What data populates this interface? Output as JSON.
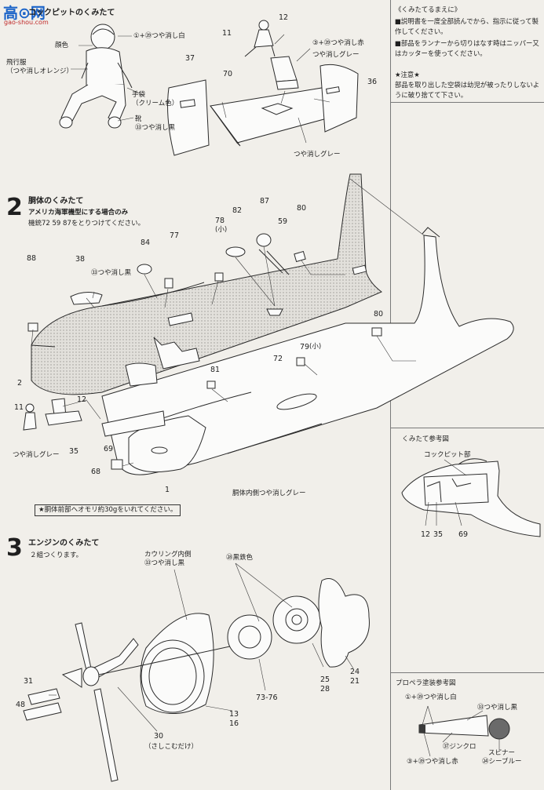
{
  "logo": {
    "main": "高⊙网",
    "sub": "gao-shou.com"
  },
  "section1": {
    "title": "コックピットのくみたて",
    "labels": {
      "head": "顔色",
      "helmet": "①+㊴つや消し白",
      "suit": "飛行服\n（つや消しオレンジ）",
      "glove": "手袋\n（クリーム色）",
      "boots": "靴\n㉝つや消し黒",
      "seat_red": "③+㊴つや消し赤",
      "seat_gray": "つや消しグレー",
      "floor_gray": "つや消しグレー"
    },
    "parts": {
      "p37": "37",
      "p70": "70",
      "p11": "11",
      "p12": "12",
      "p36": "36"
    }
  },
  "section2": {
    "step": "2",
    "title": "胴体のくみたて",
    "line2": "アメリカ海軍機型にする場合のみ",
    "line3": "機銃72 59 87をとりつけてください。",
    "labels": {
      "black": "㉝つや消し黒",
      "gray_lower": "つや消しグレー",
      "inner_gray": "胴体内側つや消しグレー",
      "small1": "(小)",
      "small2": "(小)"
    },
    "parts": {
      "p88": "88",
      "p38": "38",
      "p84": "84",
      "p77": "77",
      "p78": "78",
      "p82": "82",
      "p87": "87",
      "p59": "59",
      "p80a": "80",
      "p80b": "80",
      "p79": "79",
      "p72": "72",
      "p81": "81",
      "p2": "2",
      "p11": "11",
      "p12": "12",
      "p35": "35",
      "p69": "69",
      "p68": "68",
      "p1": "1"
    },
    "notice": "★胴体前部へオモリ約30gをいれてください。"
  },
  "ref_cockpit": {
    "title": "くみたて参考図",
    "sub": "コックピット部",
    "parts": {
      "p12": "12",
      "p35": "35",
      "p69": "69"
    }
  },
  "section3": {
    "step": "3",
    "title": "エンジンのくみたて",
    "sub": "２組つくります。",
    "labels": {
      "cowl": "カウリング内側\n㉝つや消し黒",
      "iron": "㉘黒鉄色",
      "insert": "（さしこむだけ）"
    },
    "parts": {
      "p31": "31",
      "p48": "48",
      "p30": "30",
      "p13": "13",
      "p16": "16",
      "p73": "73-76",
      "p25": "25",
      "p28": "28",
      "p24": "24",
      "p21": "21"
    }
  },
  "ref_prop": {
    "title": "プロペラ塗装参考図",
    "white": "①+㊴つや消し白",
    "black": "㉝つや消し黒",
    "zinc": "㊲ジンクロ",
    "spinner": "スピナー",
    "red": "③+㊴つや消し赤",
    "blue": "㉔シーブルー"
  },
  "notes": {
    "heading": "《くみたてるまえに》",
    "item1": "■説明書を一度全部読んでから、指示に従って製作してください。",
    "item2": "■部品をランナーから切りはなす時はニッパー又はカッターを使ってください。",
    "caution_head": "★注意★",
    "caution": "部品を取り出した空袋は幼児が被ったりしないように破り捨てて下さい。"
  }
}
